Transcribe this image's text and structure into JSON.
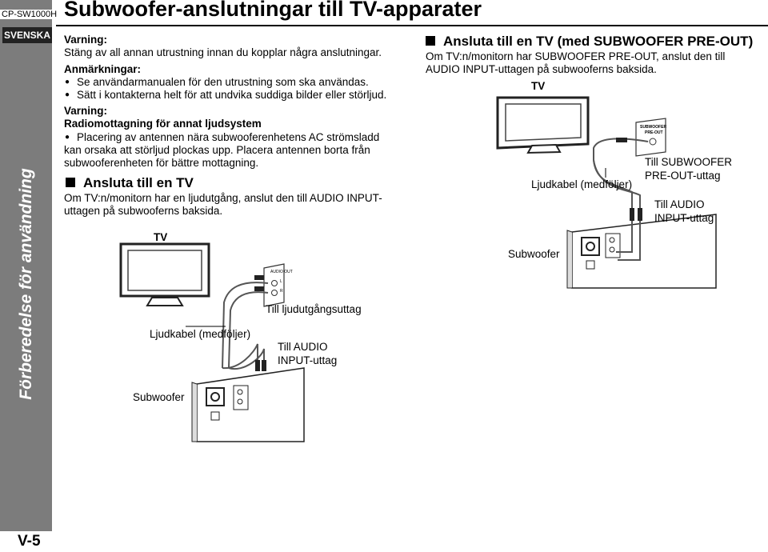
{
  "header": {
    "model": "CP-SW1000H",
    "language_tab": "SVENSKA",
    "title": "Subwoofer-anslutningar till TV-apparater"
  },
  "sidebar": {
    "section": "Förberedelse för användning",
    "page_number": "V-5"
  },
  "left_column": {
    "warning1_heading": "Varning:",
    "warning1_text": "Stäng av all annan utrustning innan du kopplar några anslutningar.",
    "notes_heading": "Anmärkningar:",
    "notes": [
      "Se användarmanualen för den utrustning som ska användas.",
      "Sätt i kontakterna helt för att undvika suddiga bilder eller störljud."
    ],
    "warning2_heading": "Varning:",
    "warning2_subheading": "Radiomottagning för annat ljudsystem",
    "warning2_lines": [
      "Placering av antennen nära subwooferenhetens AC strömsladd",
      "kan orsaka att störljud plockas upp. Placera antennen borta från",
      "subwooferenheten för bättre mottagning."
    ],
    "section_heading": "Ansluta till en TV",
    "section_lines": [
      "Om TV:n/monitorn har en ljudutgång, anslut den till AUDIO INPUT-",
      "uttagen på subwooferns baksida."
    ],
    "diagram": {
      "tv_label": "TV",
      "audio_out_label": "AUDIO OUT",
      "jack_l": "L",
      "jack_r": "R",
      "cable_label": "Ljudkabel (medföljer)",
      "to_audio_out": "Till ljudutgångsuttag",
      "to_audio_input_1": "Till AUDIO",
      "to_audio_input_2": "INPUT-uttag",
      "subwoofer_label": "Subwoofer"
    }
  },
  "right_column": {
    "section_heading": "Ansluta till en TV (med SUBWOOFER PRE-OUT)",
    "section_lines": [
      "Om TV:n/monitorn har SUBWOOFER PRE-OUT, anslut den till",
      "AUDIO INPUT-uttagen på subwooferns baksida."
    ],
    "diagram": {
      "tv_label": "TV",
      "preout_label_1": "SUBWOOFER",
      "preout_label_2": "PRE-OUT",
      "cable_label": "Ljudkabel (medföljer)",
      "to_preout_1": "Till SUBWOOFER",
      "to_preout_2": "PRE-OUT-uttag",
      "to_audio_input_1": "Till AUDIO",
      "to_audio_input_2": "INPUT-uttag",
      "subwoofer_label": "Subwoofer"
    }
  }
}
